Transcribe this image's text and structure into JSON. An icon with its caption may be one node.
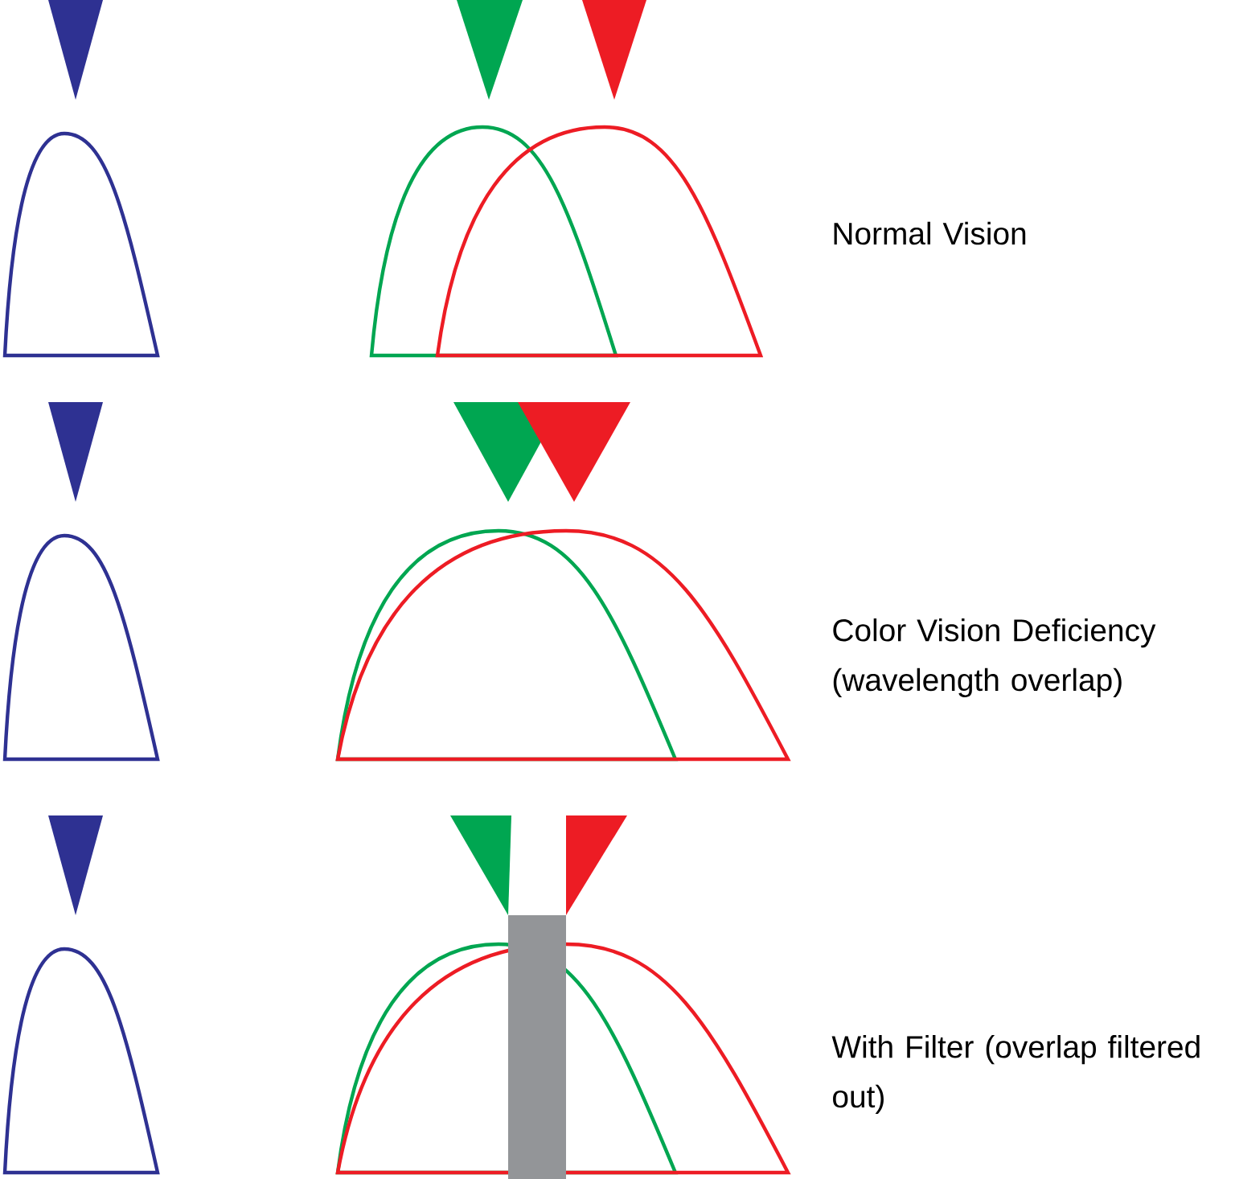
{
  "diagram": {
    "labels": [
      "Normal Vision",
      "Color Vision Deficiency (wavelength overlap)",
      "With Filter (overlap filtered out)"
    ]
  }
}
